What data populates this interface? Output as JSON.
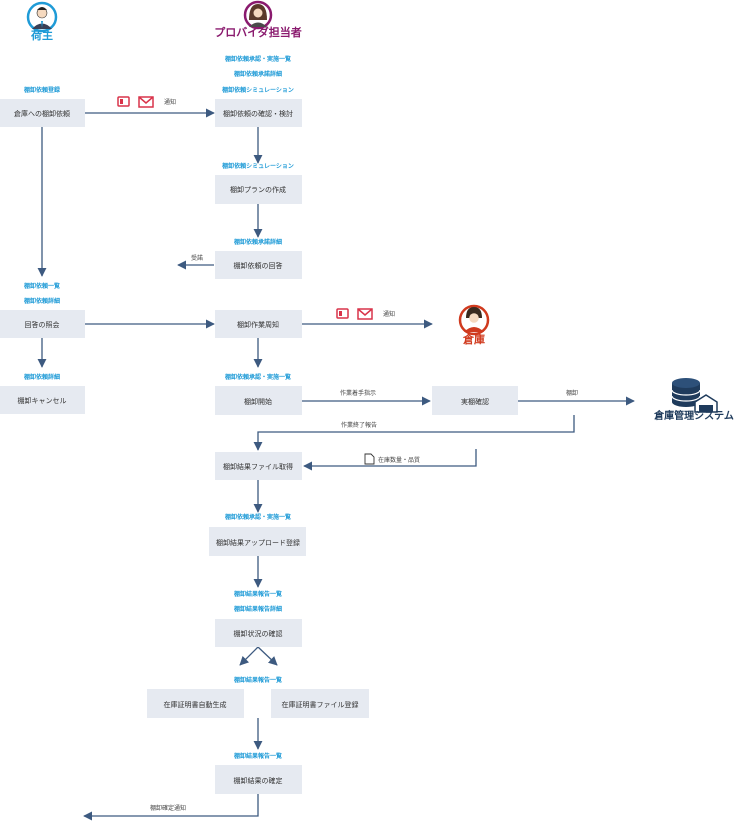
{
  "actors": {
    "shipper": "荷主",
    "provider": "プロバイダ担当者",
    "warehouse": "倉庫",
    "system": "倉庫管理システム"
  },
  "boxes": {
    "request": "倉庫への棚卸依頼",
    "review": "棚卸依頼の確認・検討",
    "plan": "棚卸プランの作成",
    "reply": "棚卸依頼の回答",
    "inquiry": "回答の照会",
    "cancel": "棚卸キャンセル",
    "notify_work": "棚卸作業周知",
    "start": "棚卸開始",
    "inspect": "実棚確認",
    "get_file": "棚卸結果ファイル取得",
    "upload": "棚卸結果アップロード登録",
    "status": "棚卸状況の確認",
    "cert_auto": "在庫証明書自動生成",
    "cert_file": "在庫証明書ファイル登録",
    "confirm": "棚卸結果の確定"
  },
  "screens": {
    "s1": "棚卸依頼登録",
    "s2": "棚卸依頼承認・実施一覧",
    "s3": "棚卸依頼承諾詳細",
    "s4": "棚卸依頼シミュレーション",
    "s5": "棚卸依頼シミュレーション",
    "s6": "棚卸依頼承諾詳細",
    "s7": "棚卸依頼一覧",
    "s8": "棚卸依頼詳細",
    "s9": "棚卸依頼詳細",
    "s10": "棚卸依頼承認・実施一覧",
    "s11": "棚卸依頼承認・実施一覧",
    "s12": "棚卸結果報告一覧",
    "s13": "棚卸結果報告詳細",
    "s14": "棚卸結果報告一覧",
    "s15": "棚卸結果報告一覧"
  },
  "labels": {
    "notice1": "通知",
    "accept": "受諾",
    "notice2": "通知",
    "work_start": "作業着手指示",
    "tanaoroshi": "棚卸",
    "work_end": "作業終了報告",
    "stock": "在庫数量・品質",
    "final_notice": "棚卸確定通知"
  },
  "colors": {
    "box_fill": "#e6eaf1",
    "screen_text": "#1f9bd7",
    "arrow": "#3d5a80",
    "shipper_accent": "#1f9bd7",
    "provider_accent": "#8a1a6e",
    "warehouse_accent": "#d03a1e",
    "system_accent": "#1f3b5c",
    "notify_icon": "#d9334a"
  },
  "icons": [
    "shipper-avatar-icon",
    "provider-avatar-icon",
    "warehouse-avatar-icon",
    "database-icon",
    "phone-icon",
    "mail-icon",
    "document-icon"
  ]
}
